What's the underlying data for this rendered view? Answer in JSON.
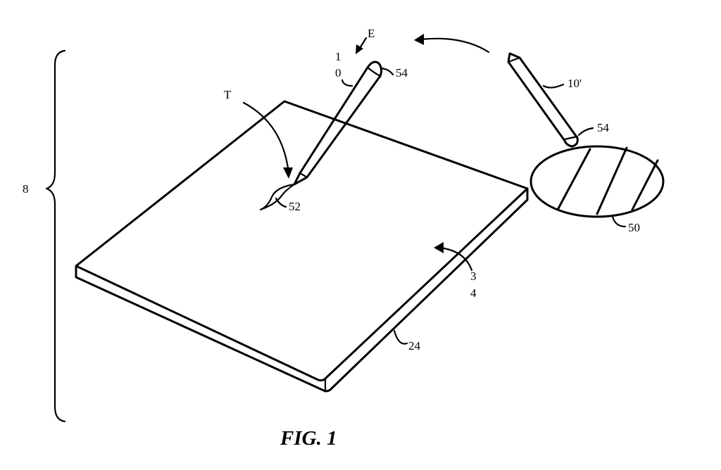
{
  "figure": {
    "caption": "FIG. 1",
    "labels": {
      "system": "8",
      "stylus_ref_1": "1",
      "stylus_ref_0": "0",
      "stylus_end": "54",
      "direction": "E",
      "stylus_alt": "10'",
      "stylus_alt_end": "54",
      "tip_mark": "T",
      "stroke": "52",
      "pad": "50",
      "surface_ref_3": "3",
      "surface_ref_4": "4",
      "housing_edge": "24"
    }
  }
}
